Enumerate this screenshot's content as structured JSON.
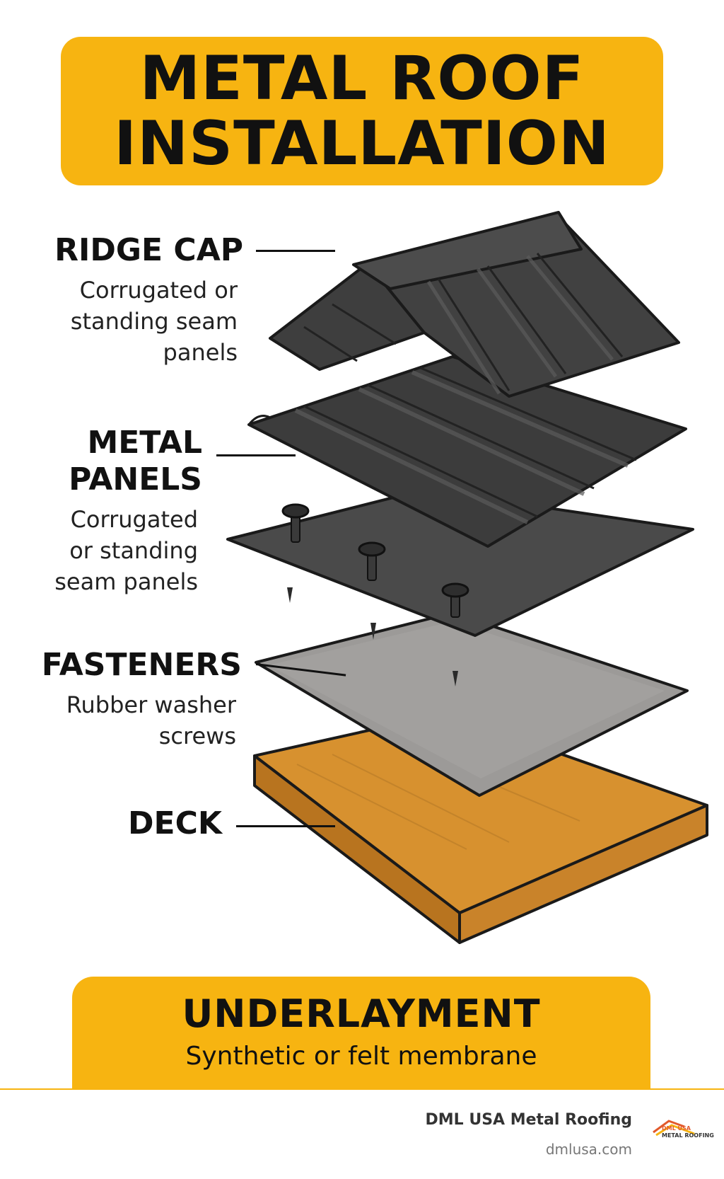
{
  "title": {
    "line1": "METAL ROOF",
    "line2": "INSTALLATION"
  },
  "labels": {
    "ridge_cap": {
      "heading": "RIDGE CAP",
      "sub_lines": [
        "Corrugated or",
        "standing seam",
        "panels"
      ]
    },
    "metal_panels": {
      "heading_lines": [
        "METAL",
        "PANELS"
      ],
      "sub_lines": [
        "Corrugated",
        "or standing",
        "seam panels"
      ]
    },
    "fasteners": {
      "heading": "FASTENERS",
      "sub_lines": [
        "Rubber washer",
        "screws"
      ]
    },
    "deck": {
      "heading": "DECK"
    }
  },
  "underlayment": {
    "heading": "UNDERLAYMENT",
    "sub": "Synthetic or felt membrane"
  },
  "footer": {
    "brand": "DML USA Metal Roofing",
    "url": "dmlusa.com",
    "logo_text": "DML USA METAL ROOFING"
  },
  "colors": {
    "accent": "#F7B411",
    "panel_dark": "#3C3C3C",
    "underlayment_dark": "#4A4A4A",
    "underlayment_light": "#9C9A98",
    "deck_wood": "#D7912F"
  }
}
